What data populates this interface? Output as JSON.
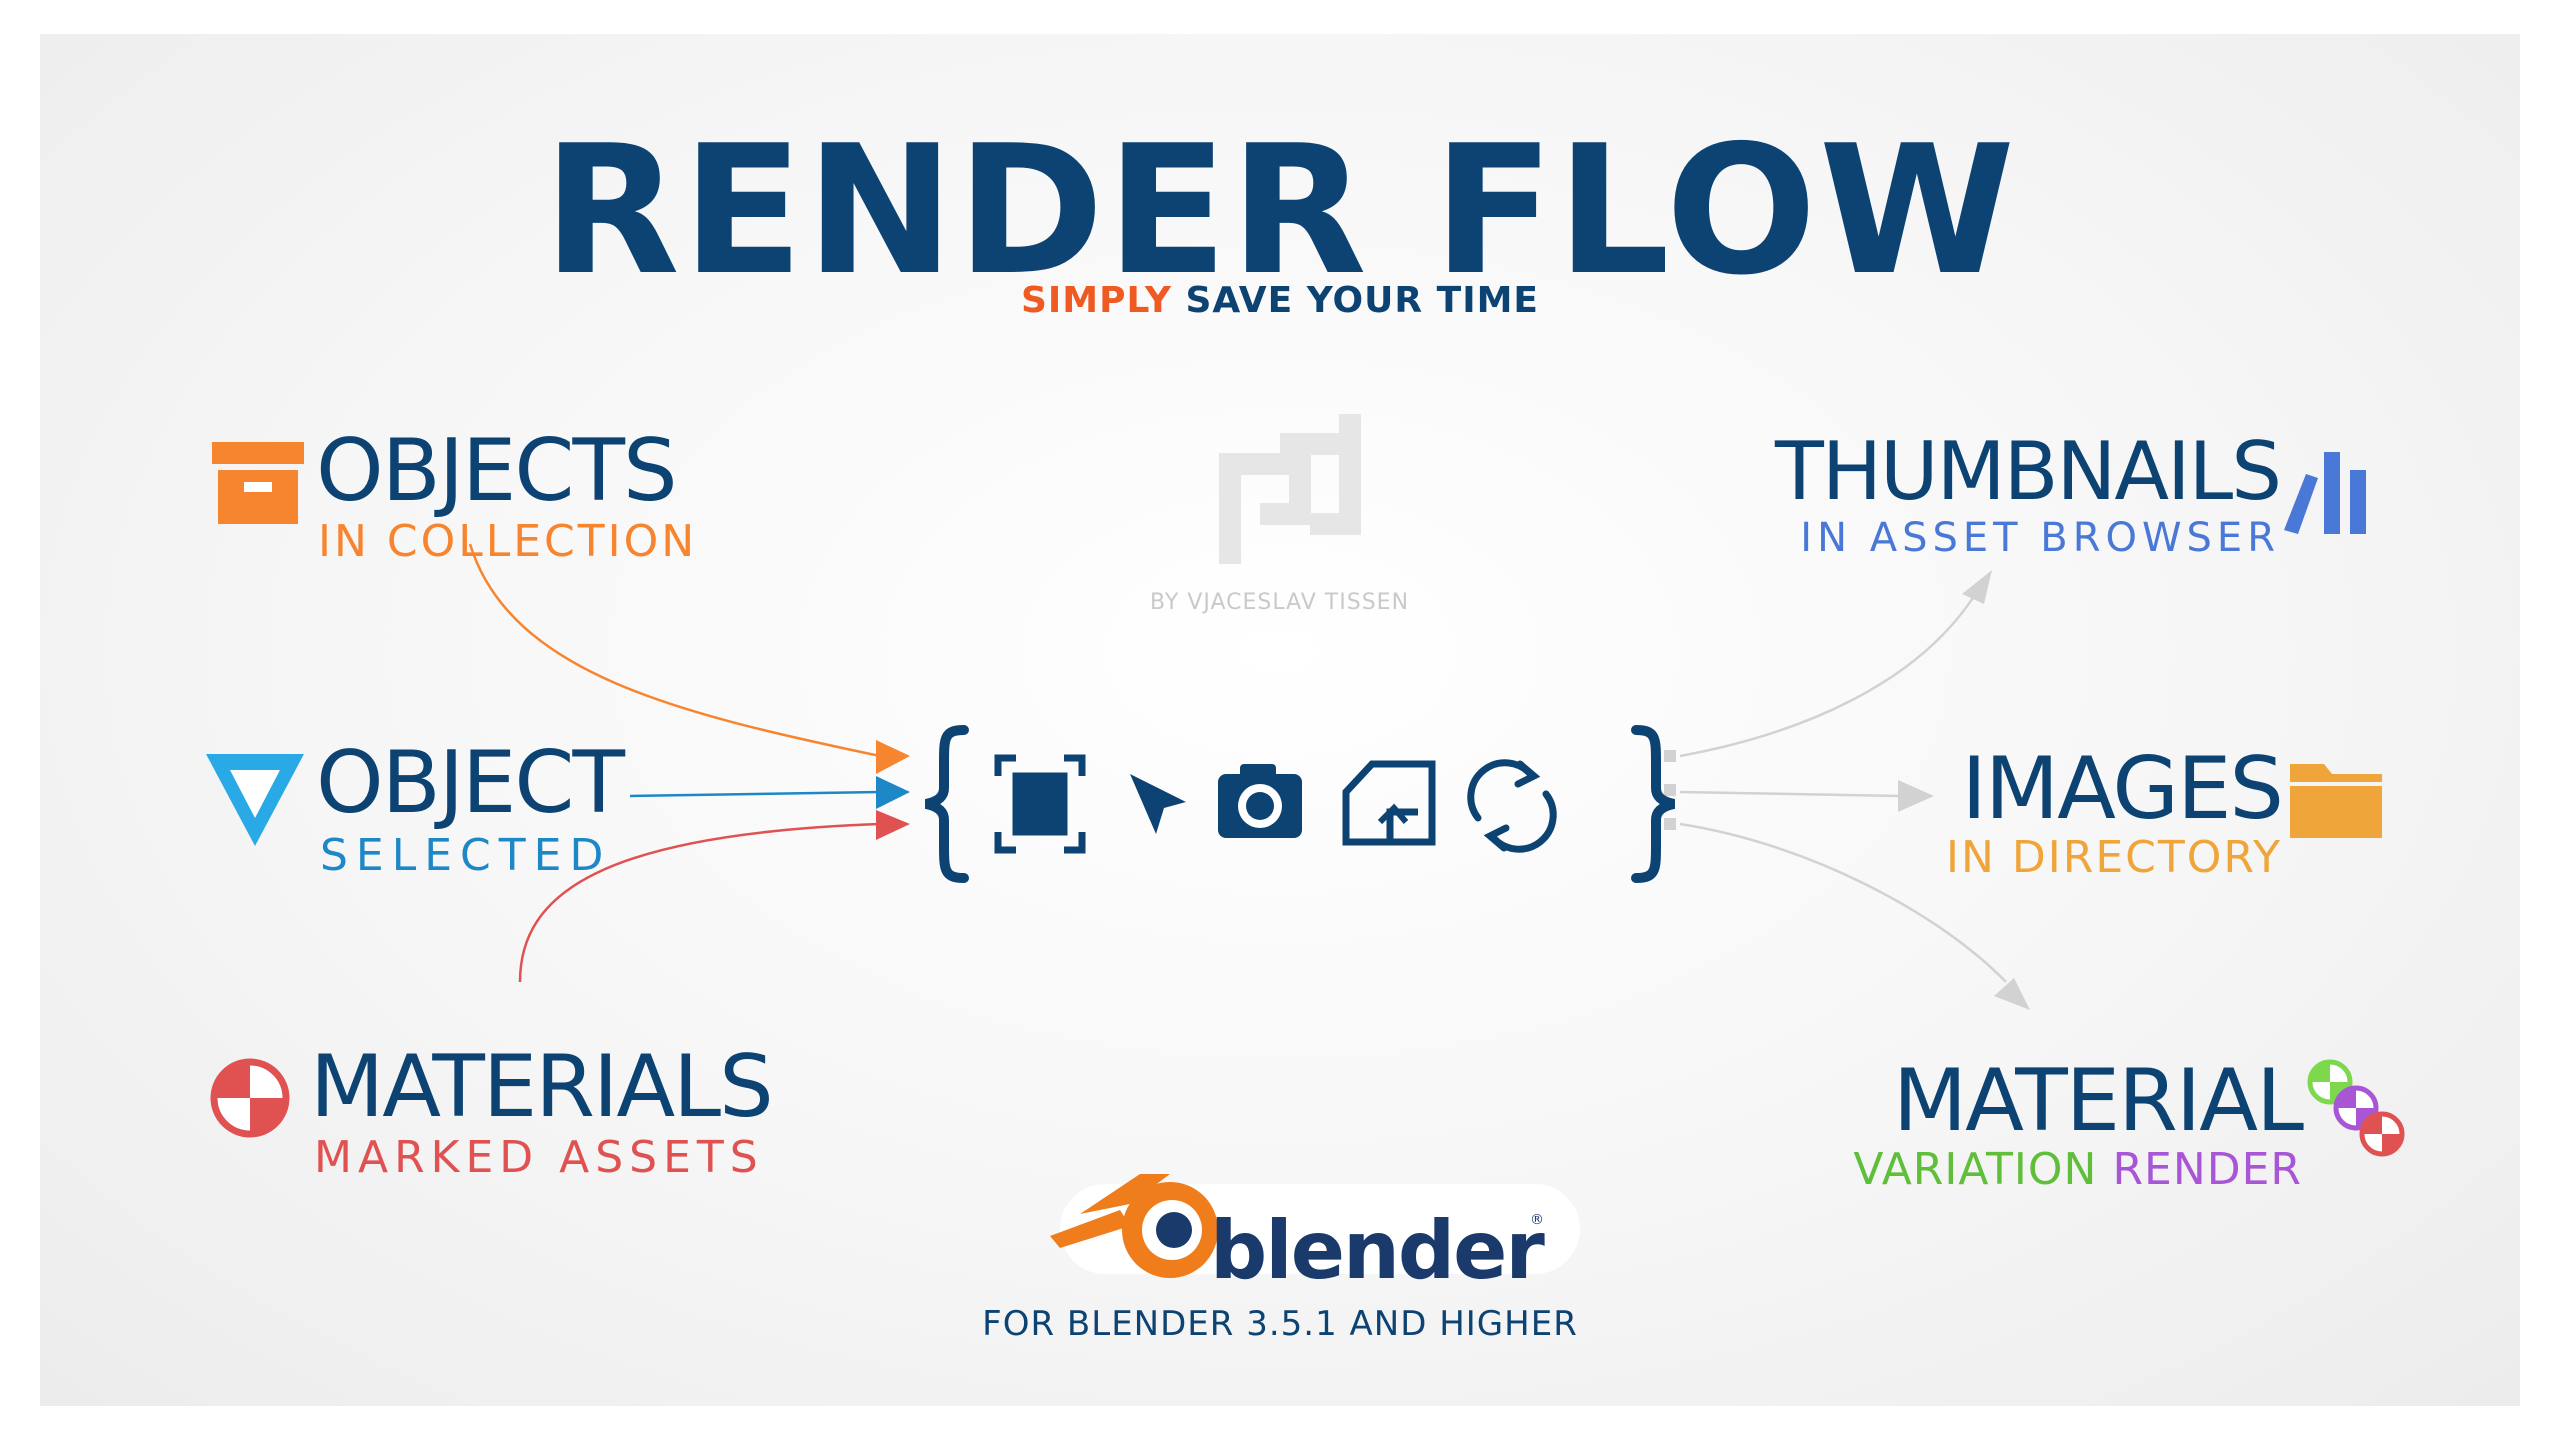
{
  "header": {
    "title": "RENDER FLOW",
    "subtitle_highlight": "SIMPLY",
    "subtitle_rest": " SAVE YOUR TIME"
  },
  "credit": "BY VJACESLAV TISSEN",
  "inputs": [
    {
      "main": "OBJECTS",
      "sub": "IN COLLECTION",
      "color": "#f7852f",
      "icon": "storage-box-icon"
    },
    {
      "main": "OBJECT",
      "sub": "SELECTED",
      "color": "#1e88c7",
      "icon": "object-triangle-icon"
    },
    {
      "main": "MATERIALS",
      "sub": "MARKED ASSETS",
      "color": "#e05252",
      "icon": "material-ball-icon"
    }
  ],
  "outputs": [
    {
      "main": "THUMBNAILS",
      "sub": "IN ASSET BROWSER",
      "color": "#4a78d6",
      "icon": "asset-library-icon"
    },
    {
      "main": "IMAGES",
      "sub": "IN DIRECTORY",
      "color": "#f0a53a",
      "icon": "folder-icon"
    },
    {
      "main": "MATERIAL",
      "sub_a": "VARIATION",
      "sub_b": "RENDER",
      "color_a": "#5fbf3a",
      "color_b": "#a855d6",
      "icon": "material-variation-icon"
    }
  ],
  "colors": {
    "navy": "#0d4373",
    "accent_orange": "#ef5a23",
    "arrow_gray": "#d2d2d2"
  },
  "process_icons": [
    "focus-frame-icon",
    "cursor-arrow-icon",
    "camera-icon",
    "image-crop-icon",
    "refresh-icon"
  ],
  "logo": {
    "word": "blender",
    "reg": "®"
  },
  "footer": "FOR BLENDER 3.5.1 AND HIGHER"
}
